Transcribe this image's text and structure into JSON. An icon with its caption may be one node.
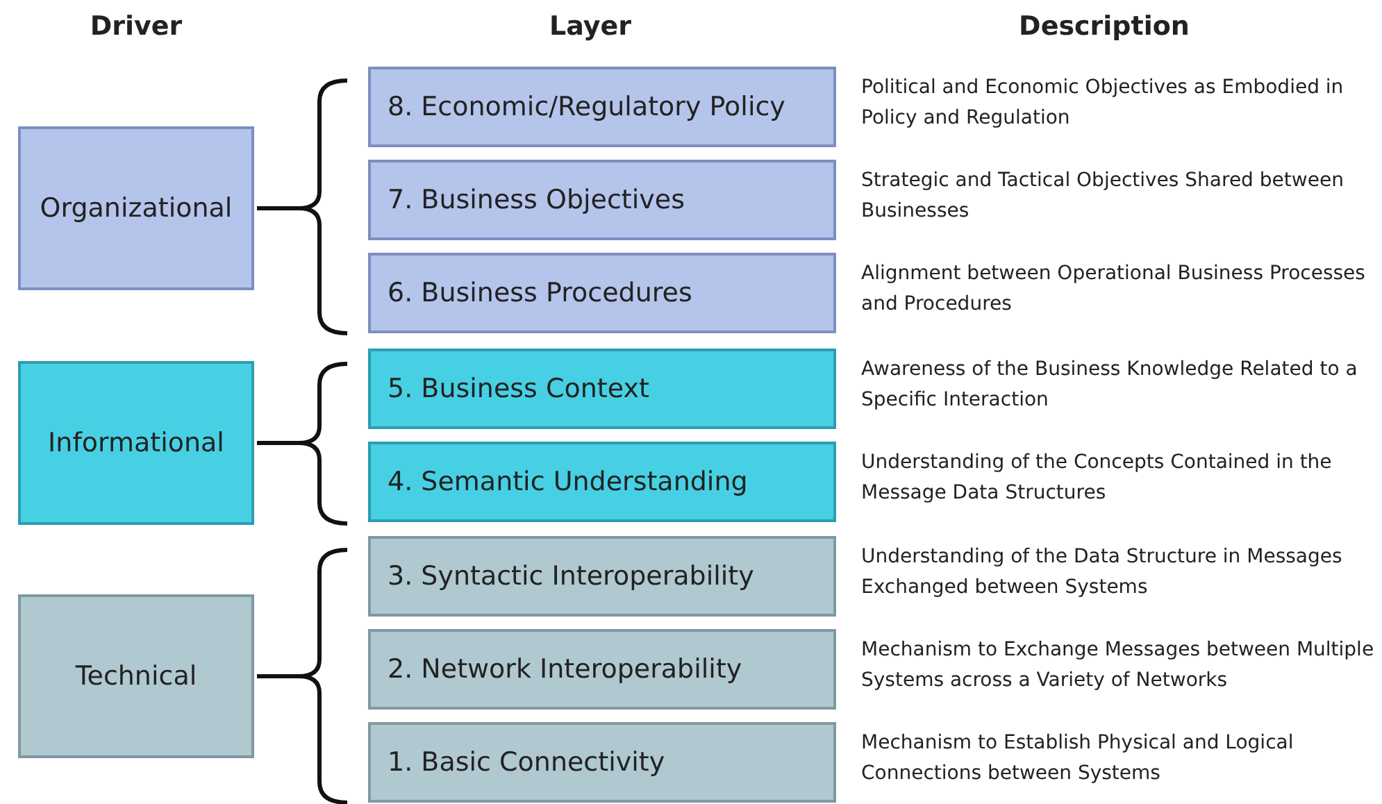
{
  "diagram": {
    "nodes": [
      {
        "text": [
          "Organizational"
        ]
      },
      {
        "text": [
          "8. Economic/Regulatory Policy"
        ],
        "beside": [
          "Political and Economic Objectives as Embodied in Policy and Regulation"
        ]
      },
      {
        "text": [
          "7. Business Objectives"
        ],
        "beside": [
          "Strategic and Tactical Objectives Shared between Businesses"
        ]
      },
      {
        "text": [
          "6. Business Procedures"
        ],
        "beside": [
          "Alignment between Operational Business Processes and Procedures"
        ]
      },
      {
        "text": [
          "Informational"
        ]
      },
      {
        "text": [
          "5. Business Context"
        ],
        "beside": [
          "Awareness of the Business Knowledge Related to a Specific Interaction"
        ]
      },
      {
        "text": [
          "4. Semantic Understanding"
        ],
        "beside": [
          "Understanding of the Concepts Contained in the Message Data Structures"
        ]
      },
      {
        "text": [
          "Technical"
        ]
      },
      {
        "text": [
          "3. Syntactic Interoperability"
        ],
        "beside": [
          "Understanding of the Data Structure in Messages Exchanged between Systems"
        ]
      },
      {
        "text": [
          "2. Network Interoperability"
        ],
        "beside": [
          "Mechanism to Exchange Messages between Multiple Systems across a Variety of Networks"
        ]
      },
      {
        "text": [
          "1. Basic Connectivity"
        ],
        "beside": [
          "Mechanism to Establish Physical and Logical Connections between Systems"
        ]
      }
    ],
    "edges": [],
    "labels": [
      "Driver",
      "Layer",
      "Description"
    ]
  }
}
